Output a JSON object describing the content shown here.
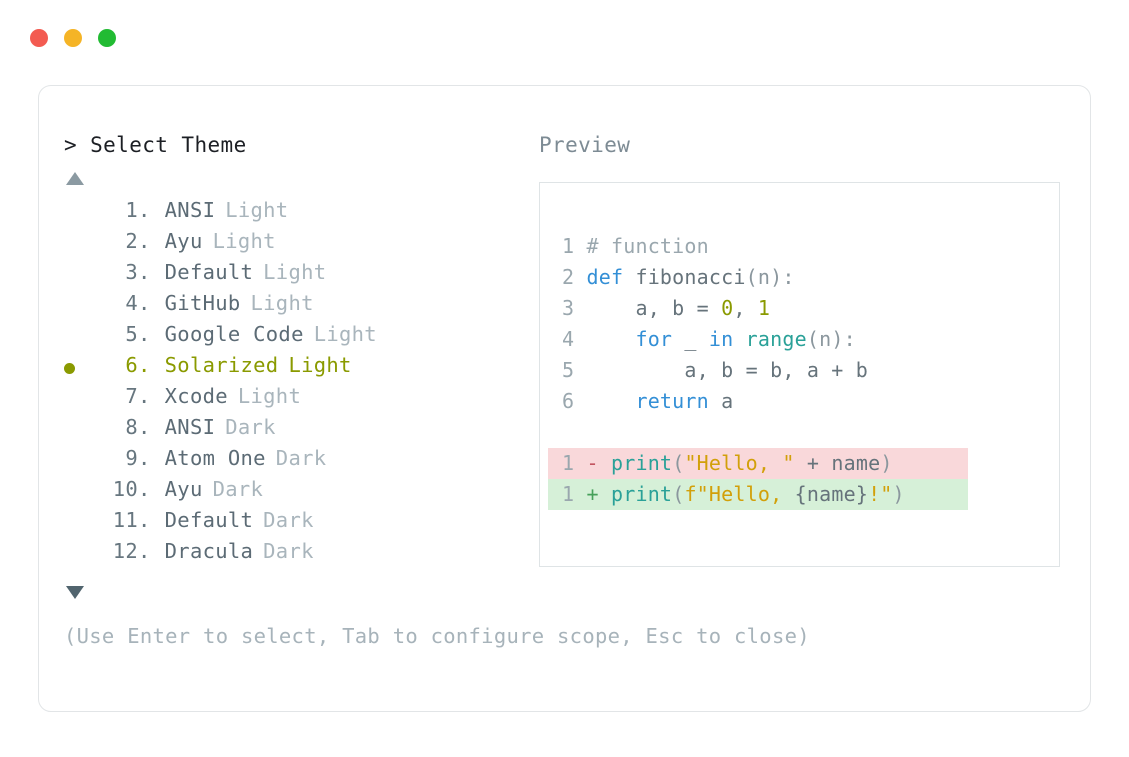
{
  "window": {
    "controls": [
      {
        "name": "close",
        "color": "#f35b51"
      },
      {
        "name": "minimize",
        "color": "#f5b426"
      },
      {
        "name": "maximize",
        "color": "#22bb33"
      }
    ]
  },
  "picker": {
    "prompt": ">",
    "title": "Select Theme",
    "scroll_up": "▲",
    "scroll_down": "▼",
    "selected_index": 6,
    "selected_bullet": "●",
    "accent_color": "#8a9a00",
    "items": [
      {
        "index": "1",
        "dot": ".",
        "name": "ANSI",
        "variant": "Light"
      },
      {
        "index": "2",
        "dot": ".",
        "name": "Ayu",
        "variant": "Light"
      },
      {
        "index": "3",
        "dot": ".",
        "name": "Default",
        "variant": "Light"
      },
      {
        "index": "4",
        "dot": ".",
        "name": "GitHub",
        "variant": "Light"
      },
      {
        "index": "5",
        "dot": ".",
        "name": "Google Code",
        "variant": "Light"
      },
      {
        "index": "6",
        "dot": ".",
        "name": "Solarized",
        "variant": "Light"
      },
      {
        "index": "7",
        "dot": ".",
        "name": "Xcode",
        "variant": "Light"
      },
      {
        "index": "8",
        "dot": ".",
        "name": "ANSI",
        "variant": "Dark"
      },
      {
        "index": "9",
        "dot": ".",
        "name": "Atom One",
        "variant": "Dark"
      },
      {
        "index": "10",
        "dot": ".",
        "name": "Ayu",
        "variant": "Dark"
      },
      {
        "index": "11",
        "dot": ".",
        "name": "Default",
        "variant": "Dark"
      },
      {
        "index": "12",
        "dot": ".",
        "name": "Dracula",
        "variant": "Dark"
      }
    ],
    "hint": "(Use Enter to select, Tab to configure scope, Esc to close)"
  },
  "preview": {
    "title": "Preview",
    "code_lines": [
      {
        "ln": "1",
        "tokens": [
          {
            "t": "# function",
            "c": "c-comment"
          }
        ]
      },
      {
        "ln": "2",
        "tokens": [
          {
            "t": "def ",
            "c": "c-kw"
          },
          {
            "t": "fibonacci",
            "c": "c-fn"
          },
          {
            "t": "(n):",
            "c": "c-punct"
          }
        ]
      },
      {
        "ln": "3",
        "tokens": [
          {
            "t": "    a, b = ",
            "c": "c-plain"
          },
          {
            "t": "0",
            "c": "c-num"
          },
          {
            "t": ", ",
            "c": "c-plain"
          },
          {
            "t": "1",
            "c": "c-num"
          }
        ]
      },
      {
        "ln": "4",
        "tokens": [
          {
            "t": "    ",
            "c": "c-plain"
          },
          {
            "t": "for",
            "c": "c-kw"
          },
          {
            "t": " _ ",
            "c": "c-plain"
          },
          {
            "t": "in",
            "c": "c-kw"
          },
          {
            "t": " ",
            "c": "c-plain"
          },
          {
            "t": "range",
            "c": "c-builtin"
          },
          {
            "t": "(n):",
            "c": "c-punct"
          }
        ]
      },
      {
        "ln": "5",
        "tokens": [
          {
            "t": "        a, b = b, a + b",
            "c": "c-plain"
          }
        ]
      },
      {
        "ln": "6",
        "tokens": [
          {
            "t": "    ",
            "c": "c-plain"
          },
          {
            "t": "return",
            "c": "c-kw"
          },
          {
            "t": " a",
            "c": "c-plain"
          }
        ]
      }
    ],
    "diff_lines": [
      {
        "ln": "1",
        "sign": "-",
        "kind": "del",
        "tokens": [
          {
            "t": "print",
            "c": "c-builtin"
          },
          {
            "t": "(",
            "c": "c-punct"
          },
          {
            "t": "\"Hello, \"",
            "c": "c-str"
          },
          {
            "t": " + ",
            "c": "c-plain"
          },
          {
            "t": "name",
            "c": "c-plain"
          },
          {
            "t": ")",
            "c": "c-punct"
          }
        ]
      },
      {
        "ln": "1",
        "sign": "+",
        "kind": "add",
        "tokens": [
          {
            "t": "print",
            "c": "c-builtin"
          },
          {
            "t": "(",
            "c": "c-punct"
          },
          {
            "t": "f\"Hello, ",
            "c": "c-str"
          },
          {
            "t": "{name}",
            "c": "c-plain"
          },
          {
            "t": "!\"",
            "c": "c-str"
          },
          {
            "t": ")",
            "c": "c-punct"
          }
        ]
      }
    ]
  }
}
